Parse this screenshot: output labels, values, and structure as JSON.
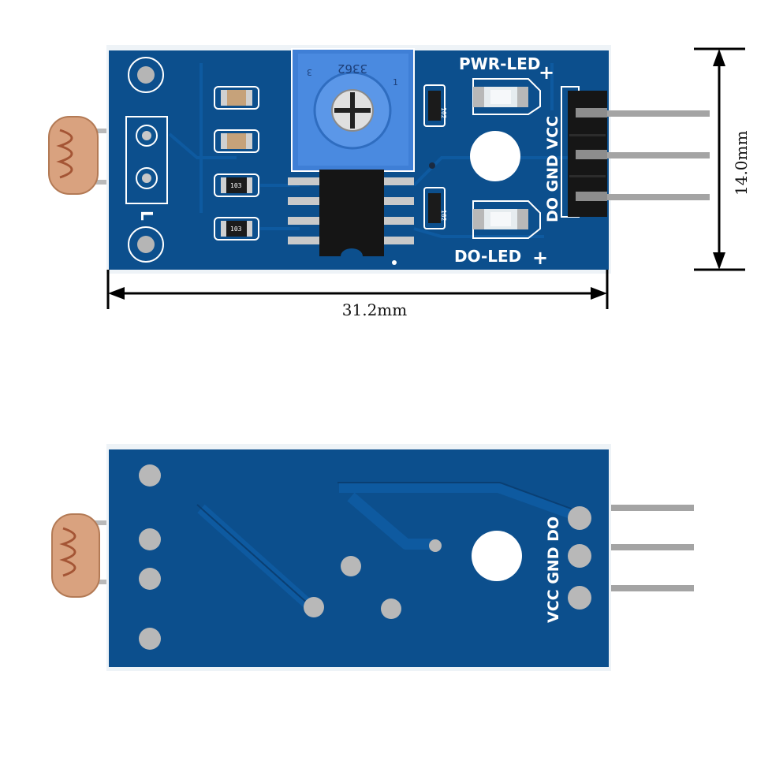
{
  "front": {
    "pot_marking": "3362",
    "pot_pin_1": "1",
    "pot_pin_3": "3",
    "pwr_led_label": "PWR-LED",
    "do_led_label": "DO-LED",
    "plus_sign": "+",
    "header_pins_text": "DO GND VCC",
    "resistor_codes": [
      "103",
      "103",
      "102",
      "102"
    ],
    "sensor_mark": "L"
  },
  "back": {
    "header_pins_text": "VCC GND DO"
  },
  "dimensions": {
    "width_label": "31.2mm",
    "height_label": "14.0mm"
  },
  "colors": {
    "pcb": "#0c4f8d",
    "pcb_edge": "#083d70",
    "trace": "#0e5aa0",
    "potentiometer": "#3f7fd6",
    "pin_metal": "#9a9a9a",
    "ldr_body": "#d9a27f"
  }
}
